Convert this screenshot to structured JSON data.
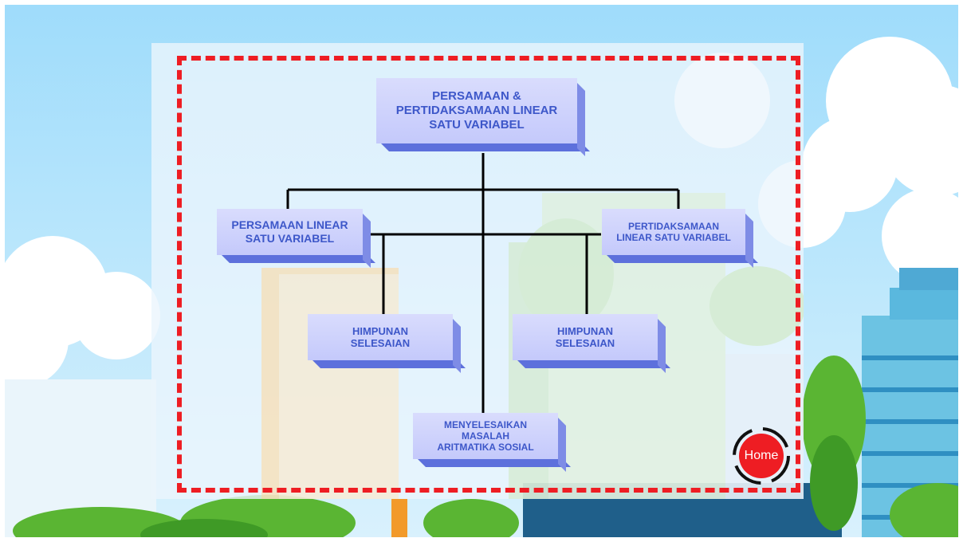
{
  "diagram": {
    "root": "PERSAMAAN &\nPERTIDAKSAMAAN LINEAR\nSATU VARIABEL",
    "left_branch": "PERSAMAAN LINEAR\nSATU VARIABEL",
    "right_branch": "PERTIDAKSAMAAN\nLINEAR SATU VARIABEL",
    "left_child": "HIMPUNAN\nSELESAIAN",
    "right_child": "HIMPUNAN\nSELESAIAN",
    "bottom": "MENYELESAIKAN\nMASALAH\nARITMATIKA SOSIAL"
  },
  "home_button": {
    "label": "Home"
  },
  "colors": {
    "node_text": "#3d57c9",
    "node_face": "#c9cefb",
    "frame": "#ee1d23",
    "home": "#ee1d23"
  }
}
